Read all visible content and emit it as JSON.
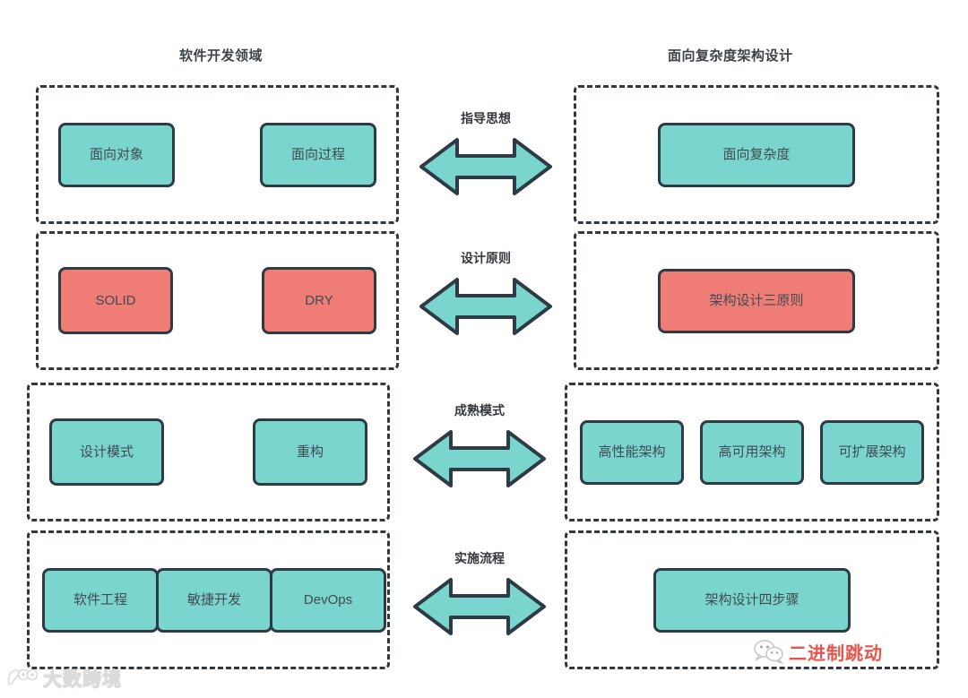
{
  "columns": {
    "left_title": "软件开发领域",
    "right_title": "面向复杂度架构设计"
  },
  "colors": {
    "teal": "#7AD5CE",
    "red": "#EF7D76",
    "outline": "#2E3A44",
    "dashed_border": "#33383F",
    "text": "#414A52",
    "wechat_red": "#E8453C"
  },
  "rows": [
    {
      "arrow_label": "指导思想",
      "left": [
        {
          "label": "面向对象",
          "color": "teal"
        },
        {
          "label": "面向过程",
          "color": "teal"
        }
      ],
      "right": [
        {
          "label": "面向复杂度",
          "color": "teal"
        }
      ]
    },
    {
      "arrow_label": "设计原则",
      "left": [
        {
          "label": "SOLID",
          "color": "red"
        },
        {
          "label": "DRY",
          "color": "red"
        }
      ],
      "right": [
        {
          "label": "架构设计三原则",
          "color": "red"
        }
      ]
    },
    {
      "arrow_label": "成熟模式",
      "left": [
        {
          "label": "设计模式",
          "color": "teal"
        },
        {
          "label": "重构",
          "color": "teal"
        }
      ],
      "right": [
        {
          "label": "高性能架构",
          "color": "teal"
        },
        {
          "label": "高可用架构",
          "color": "teal"
        },
        {
          "label": "可扩展架构",
          "color": "teal"
        }
      ]
    },
    {
      "arrow_label": "实施流程",
      "left": [
        {
          "label": "软件工程",
          "color": "teal"
        },
        {
          "label": "敏捷开发",
          "color": "teal"
        },
        {
          "label": "DevOps",
          "color": "teal"
        }
      ],
      "right": [
        {
          "label": "架构设计四步骤",
          "color": "teal"
        }
      ]
    }
  ],
  "watermarks": {
    "bottom_left": {
      "text": "大数跨境",
      "icon": "owl-logo-icon"
    },
    "bottom_right": {
      "text": "二进制跳动",
      "icon": "wechat-icon"
    }
  }
}
